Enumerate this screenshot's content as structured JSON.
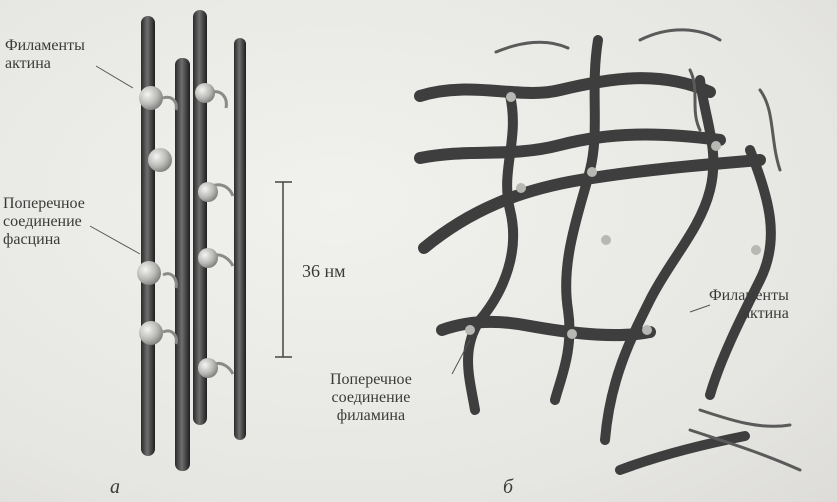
{
  "panel_a": {
    "label_actin": [
      "Филаменты",
      "актина"
    ],
    "label_crosslink": [
      "Поперечное",
      "соединение",
      "фасцина"
    ],
    "dimension_label": "36 нм",
    "caption": "а"
  },
  "panel_b": {
    "label_actin": [
      "Филаменты",
      "актина"
    ],
    "label_crosslink": [
      "Поперечное",
      "соединение",
      "филамина"
    ],
    "caption": "б"
  }
}
